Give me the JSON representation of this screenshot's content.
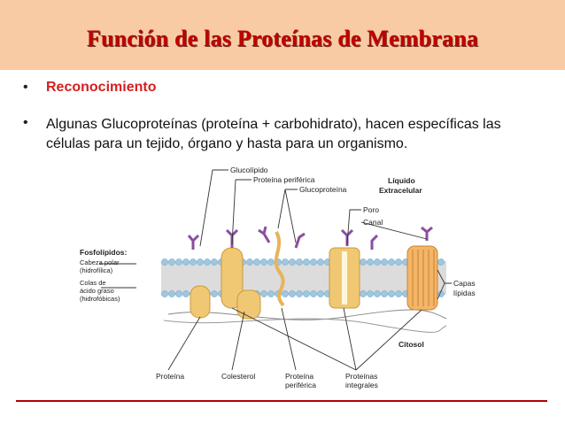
{
  "slide": {
    "title": "Función de las Proteínas de Membrana",
    "bullets": [
      {
        "marker": "•",
        "text": "Reconocimiento"
      },
      {
        "marker": "•",
        "text": "Algunas Glucoproteínas (proteína + carbohidrato), hacen específicas las células para un tejido, órgano y hasta para un organismo."
      }
    ]
  },
  "diagram": {
    "labels": {
      "glucolipido": "Glucolípido",
      "proteina_periferica_top": "Proteína periférica",
      "glucoproteina": "Glucoproteína",
      "liquido": "Líquido",
      "extracelular": "Extracelular",
      "poro": "Poro",
      "canal": "Canal",
      "fosfolipidos": "Fosfolípidos:",
      "cabeza_polar": "Cabeza polar",
      "hidrofilica": "(hidrofílica)",
      "colas_de": "Colas de",
      "acido_graso": "ácido graso",
      "hidrofobicas": "(hidrofóbicas)",
      "capas": "Capas",
      "lipidas": "lípidas",
      "citosol": "Citosol",
      "proteina": "Proteína",
      "colesterol": "Colesterol",
      "proteina_periferica_bottom_1": "Proteína",
      "proteina_periferica_bottom_2": "periférica",
      "proteinas_integrales_1": "Proteínas",
      "proteinas_integrales_2": "integrales"
    },
    "colors": {
      "heads": "#9ec7e0",
      "tails": "#c9c9c9",
      "protein": "#f0c873",
      "sugar": "#8a4fa0",
      "line": "#333333"
    }
  }
}
